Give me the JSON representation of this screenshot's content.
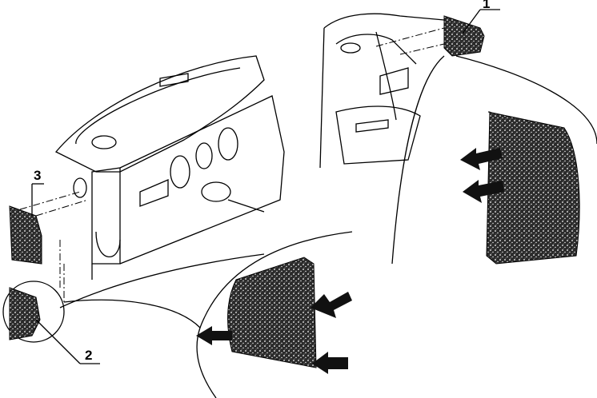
{
  "diagram": {
    "callouts": [
      {
        "id": "1",
        "label": "1"
      },
      {
        "id": "2",
        "label": "2"
      },
      {
        "id": "3",
        "label": "3"
      }
    ],
    "colors": {
      "line": "#000000",
      "background": "#ffffff",
      "pad": "#333333"
    }
  }
}
